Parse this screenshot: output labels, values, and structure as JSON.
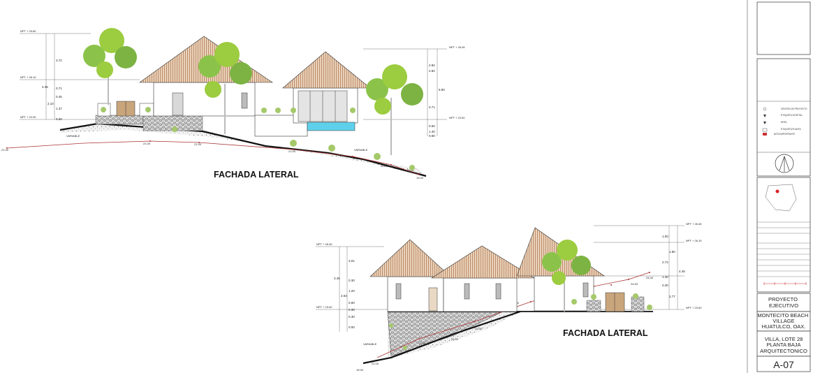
{
  "drawing_1": {
    "title": "FACHADA LATERAL",
    "levels": [
      "NPT + 29.60",
      "NPT + 26.10",
      "NPT + 22.00",
      "NPT + 26.45",
      "NPT + 23.00"
    ],
    "dims_left": [
      "3.72",
      "0.71",
      "0.45",
      "2.10",
      "1.37",
      "0.30",
      "4.45"
    ],
    "dims_right": [
      "2.82",
      "2.82",
      "0.71",
      "0.50",
      "1.40",
      "0.60",
      "6.90"
    ],
    "terrain": [
      "21.00",
      "21.00",
      "21.00",
      "21.00",
      "20.00",
      "20.00",
      "19.00",
      "19.00"
    ],
    "variable_1": "VARIABLE",
    "variable_2": "VARIABLE"
  },
  "drawing_2": {
    "title": "FACHADA LATERAL",
    "levels": [
      "NPT + 26.45",
      "NPT + 23.00",
      "NPT + 26.45",
      "NPT + 26.15",
      "NPT + 23.00"
    ],
    "dims_left": [
      "3.01",
      "3.45",
      "0.30",
      "1.20",
      "2.64",
      "0.60",
      "0.30",
      "0.30",
      "0.50"
    ],
    "dims_right": [
      "1.00",
      "2.72",
      "1.30",
      "2.77",
      "0.30",
      "1.80",
      "4.45"
    ],
    "terrain": [
      "24.00",
      "24.53",
      "24.00",
      "21.00",
      "22.00",
      "21.00",
      "21.00",
      "19.00"
    ],
    "variable": "VARIABLE"
  },
  "title_block": {
    "legend_rows": [
      "CENTRO DE PROYECTO",
      "ETIQUETA VEGETAL",
      "NIVEL",
      "ETIQUETA PLANTA",
      "NOTA IMPORTANTE"
    ],
    "project_label": "PROYECTO EJECUTIVO",
    "project_name": "MONTECITO BEACH VILLAGE",
    "location": "HUATULCO, OAX.",
    "drawing_desc_1": "VILLA, LOTE 28",
    "drawing_desc_2": "PLANTA BAJA",
    "drawing_desc_3": "ARQUITECTONICO",
    "sheet_code": "A-07"
  }
}
